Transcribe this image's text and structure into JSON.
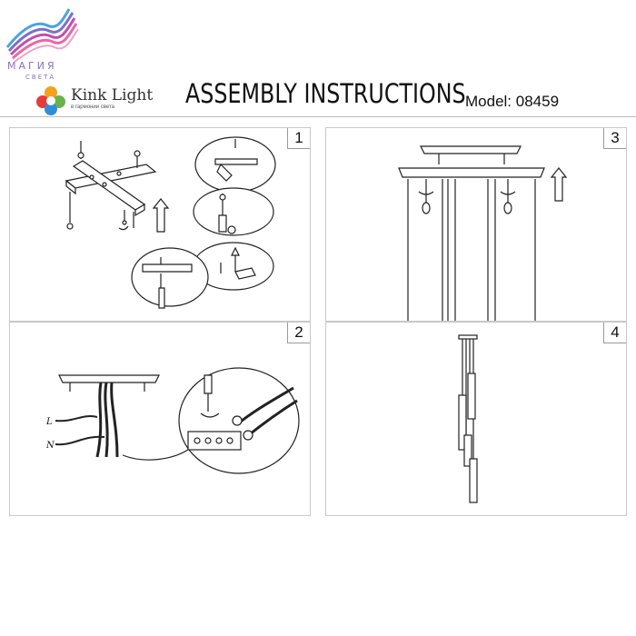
{
  "brand": {
    "magia": "МАГИЯ",
    "sveta": "СВЕТА",
    "kink_name": "Kink Light",
    "kink_tagline": "в гармонии света"
  },
  "title": "ASSEMBLY INSTRUCTIONS",
  "model": "Model: 08459",
  "panels": [
    {
      "number": "1"
    },
    {
      "number": "2",
      "wire_labels": [
        "L",
        "N"
      ]
    },
    {
      "number": "3"
    },
    {
      "number": "4"
    }
  ]
}
